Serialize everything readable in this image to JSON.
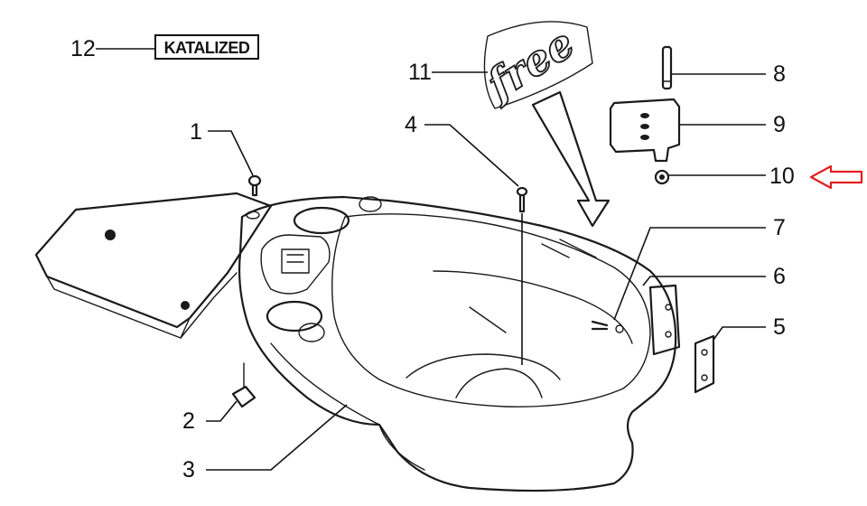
{
  "diagram": {
    "callouts": [
      {
        "id": "1",
        "label": "1"
      },
      {
        "id": "2",
        "label": "2"
      },
      {
        "id": "3",
        "label": "3"
      },
      {
        "id": "4",
        "label": "4"
      },
      {
        "id": "5",
        "label": "5"
      },
      {
        "id": "6",
        "label": "6"
      },
      {
        "id": "7",
        "label": "7"
      },
      {
        "id": "8",
        "label": "8"
      },
      {
        "id": "9",
        "label": "9"
      },
      {
        "id": "10",
        "label": "10"
      },
      {
        "id": "11",
        "label": "11"
      },
      {
        "id": "12",
        "label": "12"
      }
    ],
    "katalized_label": "KATALIZED",
    "decal_text": "free",
    "highlight_arrow_color": "#e02020",
    "highlighted_callout": "10"
  }
}
